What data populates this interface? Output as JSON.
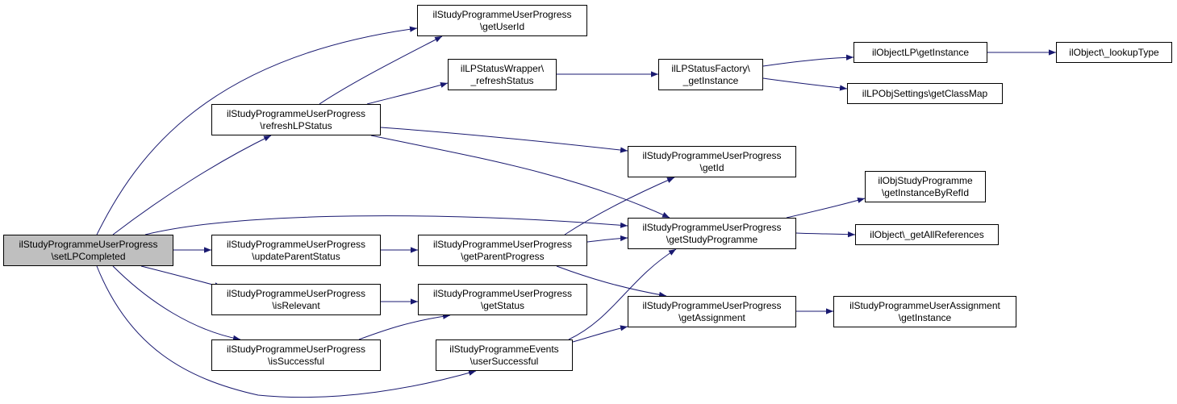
{
  "diagram": {
    "edge_color": "#191970",
    "highlight_fill": "#bfbfbf",
    "nodes": [
      {
        "id": "setLPCompleted",
        "lines": [
          "ilStudyProgrammeUserProgress",
          "\\setLPCompleted"
        ],
        "highlighted": true
      },
      {
        "id": "getUserId",
        "lines": [
          "ilStudyProgrammeUserProgress",
          "\\getUserId"
        ]
      },
      {
        "id": "refreshStatus",
        "lines": [
          "ilLPStatusWrapper\\",
          "_refreshStatus"
        ]
      },
      {
        "id": "factoryGetInstance",
        "lines": [
          "ilLPStatusFactory\\",
          "_getInstance"
        ]
      },
      {
        "id": "objectLPGetInstance",
        "lines": [
          "ilObjectLP\\getInstance"
        ]
      },
      {
        "id": "lookupType",
        "lines": [
          "ilObject\\_lookupType"
        ]
      },
      {
        "id": "getClassMap",
        "lines": [
          "ilLPObjSettings\\getClassMap"
        ]
      },
      {
        "id": "refreshLPStatus",
        "lines": [
          "ilStudyProgrammeUserProgress",
          "\\refreshLPStatus"
        ]
      },
      {
        "id": "getId",
        "lines": [
          "ilStudyProgrammeUserProgress",
          "\\getId"
        ]
      },
      {
        "id": "getInstanceByRefId",
        "lines": [
          "ilObjStudyProgramme",
          "\\getInstanceByRefId"
        ]
      },
      {
        "id": "getStudyProgramme",
        "lines": [
          "ilStudyProgrammeUserProgress",
          "\\getStudyProgramme"
        ]
      },
      {
        "id": "getAllReferences",
        "lines": [
          "ilObject\\_getAllReferences"
        ]
      },
      {
        "id": "updateParentStatus",
        "lines": [
          "ilStudyProgrammeUserProgress",
          "\\updateParentStatus"
        ]
      },
      {
        "id": "getParentProgress",
        "lines": [
          "ilStudyProgrammeUserProgress",
          "\\getParentProgress"
        ]
      },
      {
        "id": "isRelevant",
        "lines": [
          "ilStudyProgrammeUserProgress",
          "\\isRelevant"
        ]
      },
      {
        "id": "getStatus",
        "lines": [
          "ilStudyProgrammeUserProgress",
          "\\getStatus"
        ]
      },
      {
        "id": "getAssignment",
        "lines": [
          "ilStudyProgrammeUserProgress",
          "\\getAssignment"
        ]
      },
      {
        "id": "assignmentGetInstance",
        "lines": [
          "ilStudyProgrammeUserAssignment",
          "\\getInstance"
        ]
      },
      {
        "id": "isSuccessful",
        "lines": [
          "ilStudyProgrammeUserProgress",
          "\\isSuccessful"
        ]
      },
      {
        "id": "userSuccessful",
        "lines": [
          "ilStudyProgrammeEvents",
          "\\userSuccessful"
        ]
      }
    ],
    "edges": [
      [
        "setLPCompleted",
        "getUserId"
      ],
      [
        "setLPCompleted",
        "refreshLPStatus"
      ],
      [
        "setLPCompleted",
        "getStudyProgramme"
      ],
      [
        "setLPCompleted",
        "updateParentStatus"
      ],
      [
        "setLPCompleted",
        "isRelevant"
      ],
      [
        "setLPCompleted",
        "isSuccessful"
      ],
      [
        "setLPCompleted",
        "userSuccessful"
      ],
      [
        "refreshLPStatus",
        "getUserId"
      ],
      [
        "refreshLPStatus",
        "refreshStatus"
      ],
      [
        "refreshLPStatus",
        "getId"
      ],
      [
        "refreshLPStatus",
        "getStudyProgramme"
      ],
      [
        "refreshStatus",
        "factoryGetInstance"
      ],
      [
        "factoryGetInstance",
        "objectLPGetInstance"
      ],
      [
        "factoryGetInstance",
        "getClassMap"
      ],
      [
        "objectLPGetInstance",
        "lookupType"
      ],
      [
        "updateParentStatus",
        "getParentProgress"
      ],
      [
        "getParentProgress",
        "getId"
      ],
      [
        "getParentProgress",
        "getStudyProgramme"
      ],
      [
        "getParentProgress",
        "getAssignment"
      ],
      [
        "getStudyProgramme",
        "getInstanceByRefId"
      ],
      [
        "getStudyProgramme",
        "getAllReferences"
      ],
      [
        "isRelevant",
        "getStatus"
      ],
      [
        "isSuccessful",
        "getStatus"
      ],
      [
        "userSuccessful",
        "getStudyProgramme"
      ],
      [
        "userSuccessful",
        "getAssignment"
      ],
      [
        "getAssignment",
        "assignmentGetInstance"
      ]
    ]
  }
}
